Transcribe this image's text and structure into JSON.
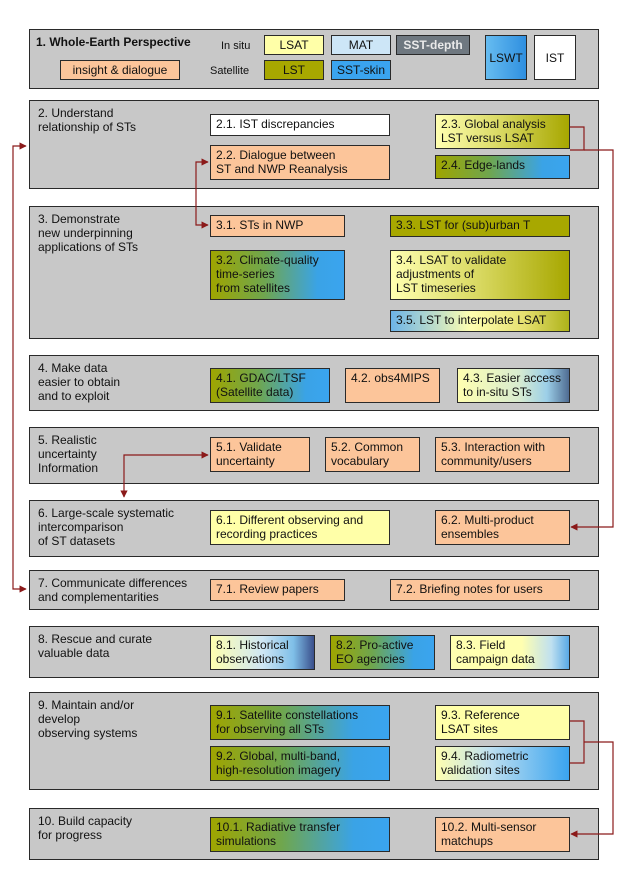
{
  "legend": {
    "title": "1. Whole-Earth Perspective",
    "in_situ_label": "In situ",
    "satellite_label": "Satellite",
    "lsat": "LSAT",
    "mat": "MAT",
    "sst_depth": "SST-depth",
    "insight": "insight & dialogue",
    "lst": "LST",
    "sst_skin": "SST-skin",
    "lswt": "LSWT",
    "ist": "IST"
  },
  "sections": {
    "s2": {
      "title": "2. Understand\nrelationship of STs",
      "b1": "2.1. IST discrepancies",
      "b2": "2.2. Dialogue between\nST and NWP Reanalysis",
      "b3": "2.3. Global analysis\nLST versus LSAT",
      "b4": "2.4. Edge-lands"
    },
    "s3": {
      "title": "3. Demonstrate\nnew underpinning\napplications of STs",
      "b1": "3.1. STs in NWP",
      "b2": "3.2. Climate-quality\ntime-series\nfrom satellites",
      "b3": "3.3. LST for (sub)urban T",
      "b4": "3.4. LSAT to validate\nadjustments of\nLST timeseries",
      "b5": "3.5. LST to interpolate LSAT"
    },
    "s4": {
      "title": "4. Make data\neasier to obtain\nand to exploit",
      "b1": "4.1. GDAC/LTSF\n(Satellite data)",
      "b2": "4.2. obs4MIPS",
      "b3": "4.3. Easier access\nto in-situ STs"
    },
    "s5": {
      "title": "5. Realistic\nuncertainty\nInformation",
      "b1": "5.1. Validate\nuncertainty",
      "b2": "5.2. Common\nvocabulary",
      "b3": "5.3. Interaction with\ncommunity/users"
    },
    "s6": {
      "title": "6. Large-scale systematic\nintercomparison\nof ST datasets",
      "b1": "6.1. Different observing and\nrecording practices",
      "b2": "6.2. Multi-product\nensembles"
    },
    "s7": {
      "title": "7. Communicate differences\nand complementarities",
      "b1": "7.1. Review papers",
      "b2": "7.2. Briefing notes for users"
    },
    "s8": {
      "title": "8. Rescue and curate\nvaluable data",
      "b1": "8.1. Historical\nobservations",
      "b2": "8.2. Pro-active\nEO agencies",
      "b3": "8.3. Field\ncampaign data"
    },
    "s9": {
      "title": "9. Maintain and/or\ndevelop\nobserving systems",
      "b1": "9.1. Satellite constellations\nfor observing all STs",
      "b2": "9.2. Global, multi-band,\nhigh-resolution imagery",
      "b3": "9.3. Reference\nLSAT sites",
      "b4": "9.4. Radiometric\nvalidation sites"
    },
    "s10": {
      "title": "10. Build capacity\nfor progress",
      "b1": "10.1. Radiative transfer\nsimulations",
      "b2": "10.2. Multi-sensor\nmatchups"
    }
  },
  "colors": {
    "arrow": "#8b1a1a",
    "section_bg": "#c8c8c8"
  }
}
